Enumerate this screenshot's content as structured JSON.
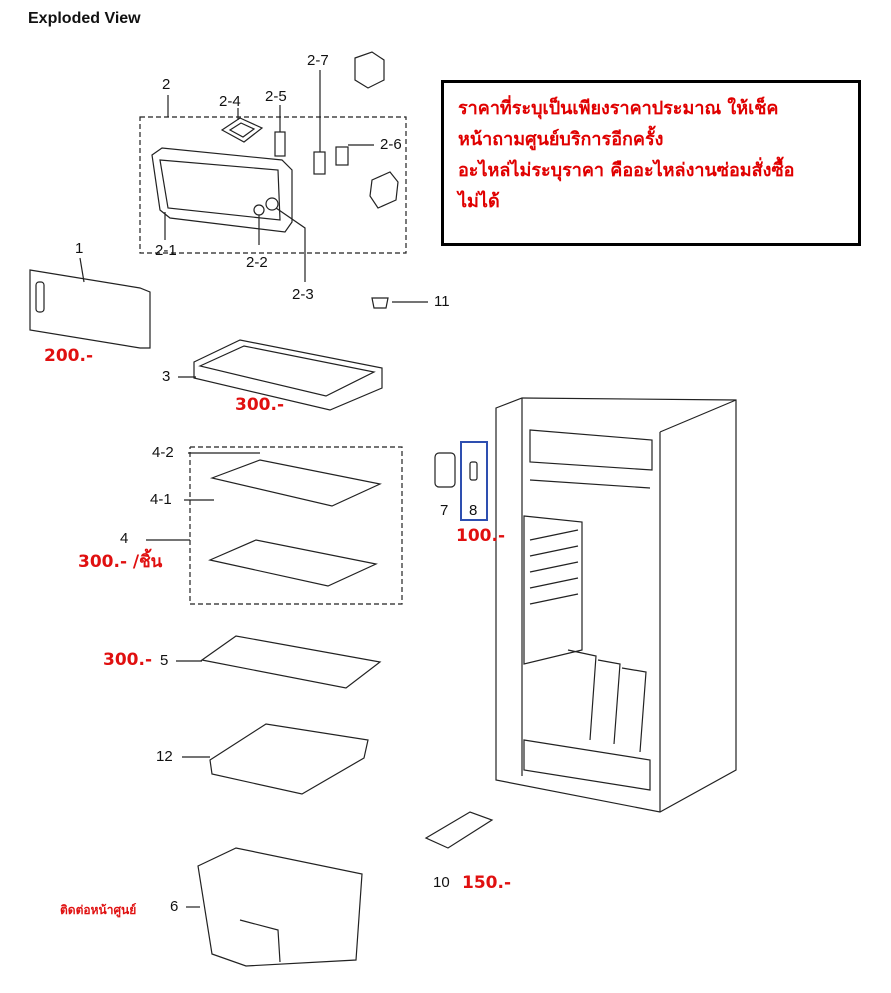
{
  "title": "Exploded View",
  "notice": {
    "line1": "ราคาที่ระบุเป็นเพียงราคาประมาณ   ให้เช็ค",
    "line2": "หน้าถามศูนย์บริการอีกครั้ง",
    "line3": "อะไหล่ไม่ระบุราคา   คืออะไหล่งานซ่อมสั่งซื้อ",
    "line4": "ไม่ได้"
  },
  "labels": {
    "p2": "2",
    "p2_1": "2-1",
    "p2_2": "2-2",
    "p2_3": "2-3",
    "p2_4": "2-4",
    "p2_5": "2-5",
    "p2_6": "2-6",
    "p2_7": "2-7",
    "p1": "1",
    "p3": "3",
    "p4": "4",
    "p4_1": "4-1",
    "p4_2": "4-2",
    "p5": "5",
    "p6": "6",
    "p7": "7",
    "p8": "8",
    "p10": "10",
    "p11": "11",
    "p12": "12"
  },
  "prices": {
    "p1": "200.-",
    "p3": "300.-",
    "p4": "300.- /ชิ้น",
    "p5": "300.-",
    "p8": "100.-",
    "p10": "150.-",
    "p6": "ติดต่อหน้าศูนย์"
  },
  "colors": {
    "price": "#e01010",
    "highlight": "#2e4fb0",
    "line": "#222222"
  }
}
